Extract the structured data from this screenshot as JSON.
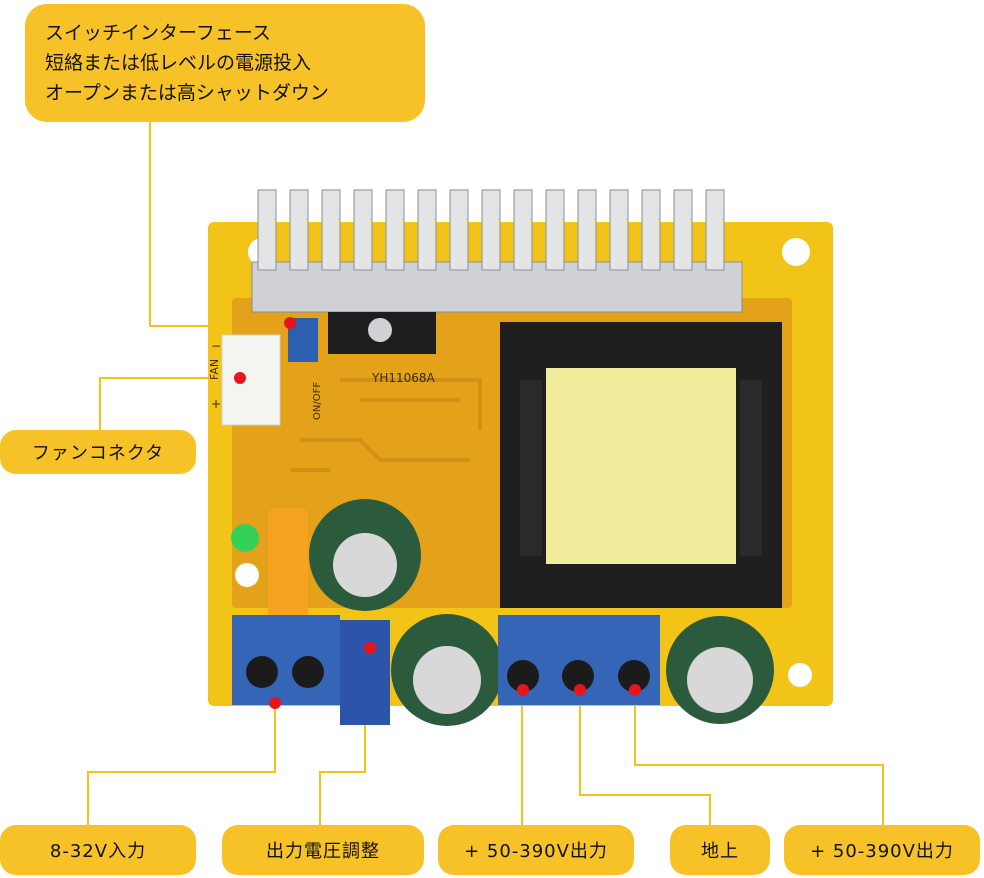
{
  "callouts": {
    "switch_interface": {
      "lines": [
        "スイッチインターフェース",
        "短絡または低レベルの電源投入",
        "オープンまたは高シャットダウン"
      ]
    },
    "fan_connector": "ファンコネクタ",
    "input": "8-32V入力",
    "voltage_adjust": "出力電圧調整",
    "output_plus_left": "+ 50-390V出力",
    "ground": "地上",
    "output_plus_right": "+ 50-390V出力"
  },
  "board_markings": {
    "chip_label": "YH11068A",
    "switch_label": "ON/OFF",
    "fan_label": "FAN",
    "fan_plus": "+",
    "fan_minus": "−"
  },
  "colors": {
    "callout_bg": "#f6c227",
    "pcb": "#f2c418",
    "pcb_inner": "#e3a21a",
    "terminal_blue": "#3565b7",
    "marker_red": "#e8141c",
    "leader_line": "#f2c418"
  }
}
